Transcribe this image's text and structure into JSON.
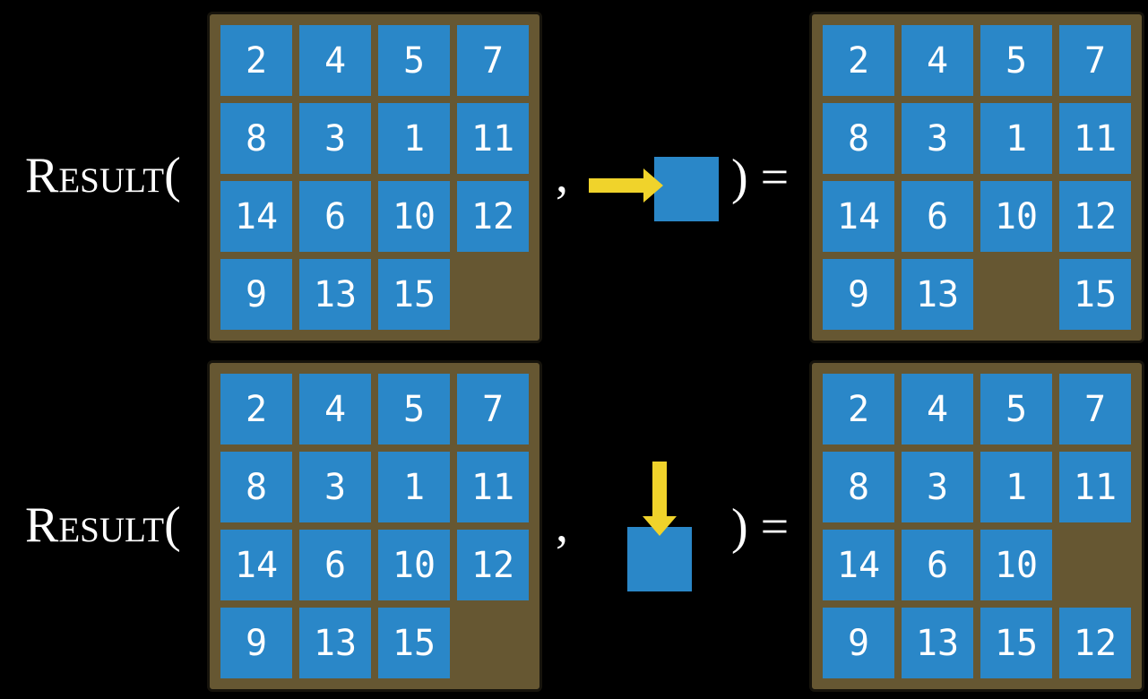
{
  "colors": {
    "background": "#000000",
    "tile_blue": "#2a87c8",
    "frame_brown": "#665732",
    "frame_border": "#17140c",
    "arrow_yellow": "#f0d32b",
    "text_white": "#ffffff"
  },
  "examples": [
    {
      "function_label": "Result(",
      "separator": ",",
      "close_label": ") =",
      "action": {
        "arrow_direction": "right",
        "icon": "right-arrow-icon"
      },
      "input_grid": [
        [
          "2",
          "4",
          "5",
          "7"
        ],
        [
          "8",
          "3",
          "1",
          "11"
        ],
        [
          "14",
          "6",
          "10",
          "12"
        ],
        [
          "9",
          "13",
          "15",
          ""
        ]
      ],
      "output_grid": [
        [
          "2",
          "4",
          "5",
          "7"
        ],
        [
          "8",
          "3",
          "1",
          "11"
        ],
        [
          "14",
          "6",
          "10",
          "12"
        ],
        [
          "9",
          "13",
          "",
          "15"
        ]
      ]
    },
    {
      "function_label": "Result(",
      "separator": ",",
      "close_label": ") =",
      "action": {
        "arrow_direction": "down",
        "icon": "down-arrow-icon"
      },
      "input_grid": [
        [
          "2",
          "4",
          "5",
          "7"
        ],
        [
          "8",
          "3",
          "1",
          "11"
        ],
        [
          "14",
          "6",
          "10",
          "12"
        ],
        [
          "9",
          "13",
          "15",
          ""
        ]
      ],
      "output_grid": [
        [
          "2",
          "4",
          "5",
          "7"
        ],
        [
          "8",
          "3",
          "1",
          "11"
        ],
        [
          "14",
          "6",
          "10",
          ""
        ],
        [
          "9",
          "13",
          "15",
          "12"
        ]
      ]
    }
  ]
}
